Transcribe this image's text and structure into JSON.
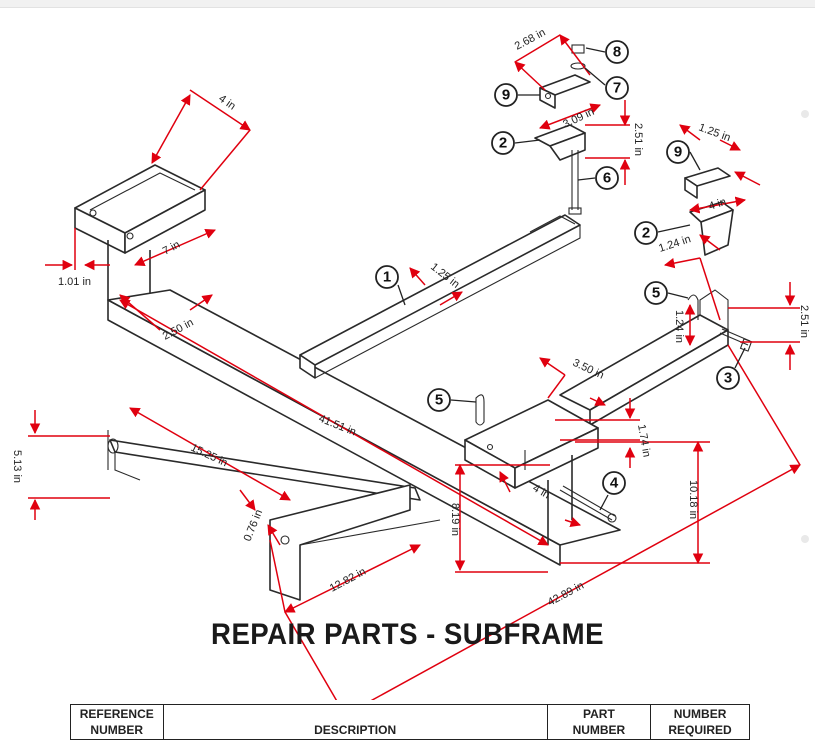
{
  "title": "REPAIR PARTS - SUBFRAME",
  "table": {
    "headers": {
      "ref": [
        "REFERENCE",
        "NUMBER"
      ],
      "desc": "DESCRIPTION",
      "part": [
        "PART",
        "NUMBER"
      ],
      "req": [
        "NUMBER",
        "REQUIRED"
      ]
    }
  },
  "callouts": {
    "c1": "1",
    "c2a": "2",
    "c2b": "2",
    "c3": "3",
    "c4": "4",
    "c5a": "5",
    "c5b": "5",
    "c6": "6",
    "c7": "7",
    "c8": "8",
    "c9a": "9",
    "c9b": "9"
  },
  "dimensions": {
    "d_4in_top": "4 in",
    "d_1_01": "1.01 in",
    "d_7in": "7 in",
    "d_2_50": "2.50 in",
    "d_1_25_mid": "1.25 in",
    "d_2_68": "2.68 in",
    "d_3_09": "3.09 in",
    "d_2_51_top": "2.51 in",
    "d_1_25_right": "1.25 in",
    "d_4in_right": "4 in",
    "d_1_24_a": "1.24 in",
    "d_1_24_b": "1.24 in",
    "d_2_51_right": "2.51 in",
    "d_3_50": "3.50 in",
    "d_1_74": "1.74 in",
    "d_41_51": "41.51 in",
    "d_15_25": "15.25 in",
    "d_5_13": "5.13 in",
    "d_0_76": "0.76 in",
    "d_8_19": "8.19 in",
    "d_4in_low": "4 in",
    "d_10_18": "10.18 in",
    "d_12_82": "12.82 in",
    "d_42_89": "42.89 in"
  }
}
